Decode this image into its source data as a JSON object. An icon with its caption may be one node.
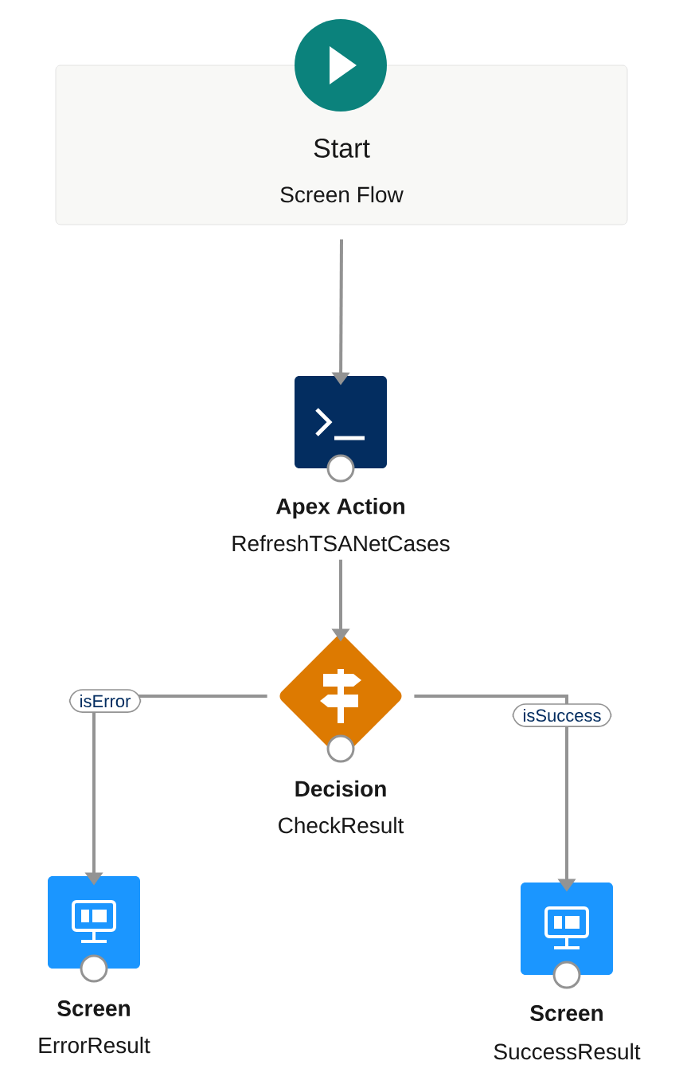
{
  "diagram": {
    "nodes": [
      {
        "text": [
          "Start",
          "Screen Flow"
        ]
      },
      {
        "text": [
          "Apex Action",
          "RefreshTSANetCases"
        ]
      },
      {
        "text": [
          "Decision",
          "CheckResult"
        ]
      },
      {
        "text": [
          "Screen",
          "ErrorResult"
        ]
      },
      {
        "text": [
          "Screen",
          "SuccessResult"
        ]
      }
    ],
    "edges": [
      {
        "from": 0,
        "to": 1,
        "arrow": "to"
      },
      {
        "from": 1,
        "to": 2,
        "arrow": "to"
      },
      {
        "from": 2,
        "to": 3,
        "arrow": "to",
        "label": "isError"
      },
      {
        "from": 2,
        "to": 4,
        "arrow": "to",
        "label": "isSuccess"
      }
    ]
  }
}
